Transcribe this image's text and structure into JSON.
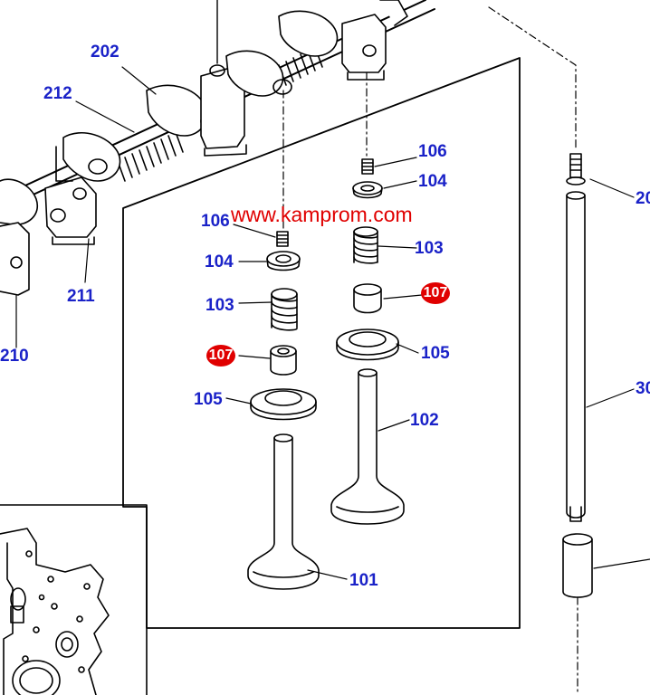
{
  "watermark": "www.kamprom.com",
  "colors": {
    "label": "#1a22c8",
    "highlight": "#e00000",
    "line": "#000000"
  },
  "labels": {
    "l202": "202",
    "l212": "212",
    "l211": "211",
    "l210": "210",
    "l106a": "106",
    "l104a": "104",
    "l103a": "103",
    "l107a": "107",
    "l105a": "105",
    "l101": "101",
    "l106b": "106",
    "l104b": "104",
    "l103b": "103",
    "l107b": "107",
    "l105b": "105",
    "l102": "102",
    "l20": "20",
    "l30": "30"
  }
}
